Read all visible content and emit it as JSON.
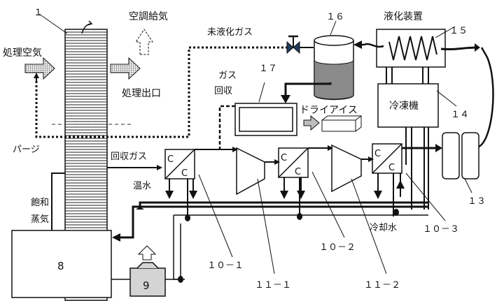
{
  "labels": {
    "num_1": "１",
    "aircon_supply": "空調給気",
    "uncondensed_gas": "未液化ガス",
    "num_16": "１６",
    "liquefier": "液化装置",
    "num_15": "１５",
    "process_air": "処理空気",
    "process_outlet": "処理出口",
    "gas_recovery_1": "ガス",
    "gas_recovery_2": "回収",
    "num_17": "１７",
    "dry_ice": "ドライアイス",
    "refrigerator": "冷凍機",
    "num_14": "１４",
    "purge": "パージ",
    "recovered_gas": "回収ガス",
    "hot_water": "温水",
    "saturated_1": "飽和",
    "saturated_2": "蒸気",
    "cooling_water": "冷却水",
    "num_13": "１３",
    "num_10_1": "１０－１",
    "num_10_2": "１０－２",
    "num_10_3": "１０－３",
    "num_11_1": "１１－１",
    "num_11_2": "１１－２",
    "num_8": "8",
    "num_9": "9",
    "hx_c": "C"
  }
}
